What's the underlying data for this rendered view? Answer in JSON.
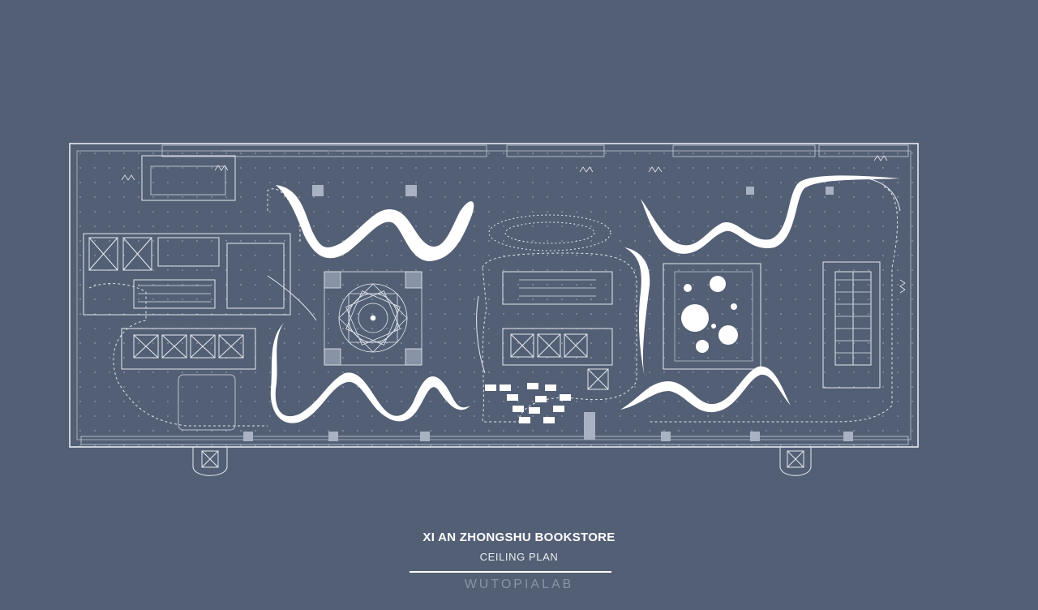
{
  "diagram": {
    "title": "XI AN ZHONGSHU BOOKSTORE",
    "subtitle": "CEILING PLAN",
    "logo_text": "WUTOPIALAB"
  },
  "colors": {
    "background": "#535f75",
    "line": "#e6eaf0",
    "line_faint": "#b8c0cd",
    "ribbon": "#ffffff"
  }
}
